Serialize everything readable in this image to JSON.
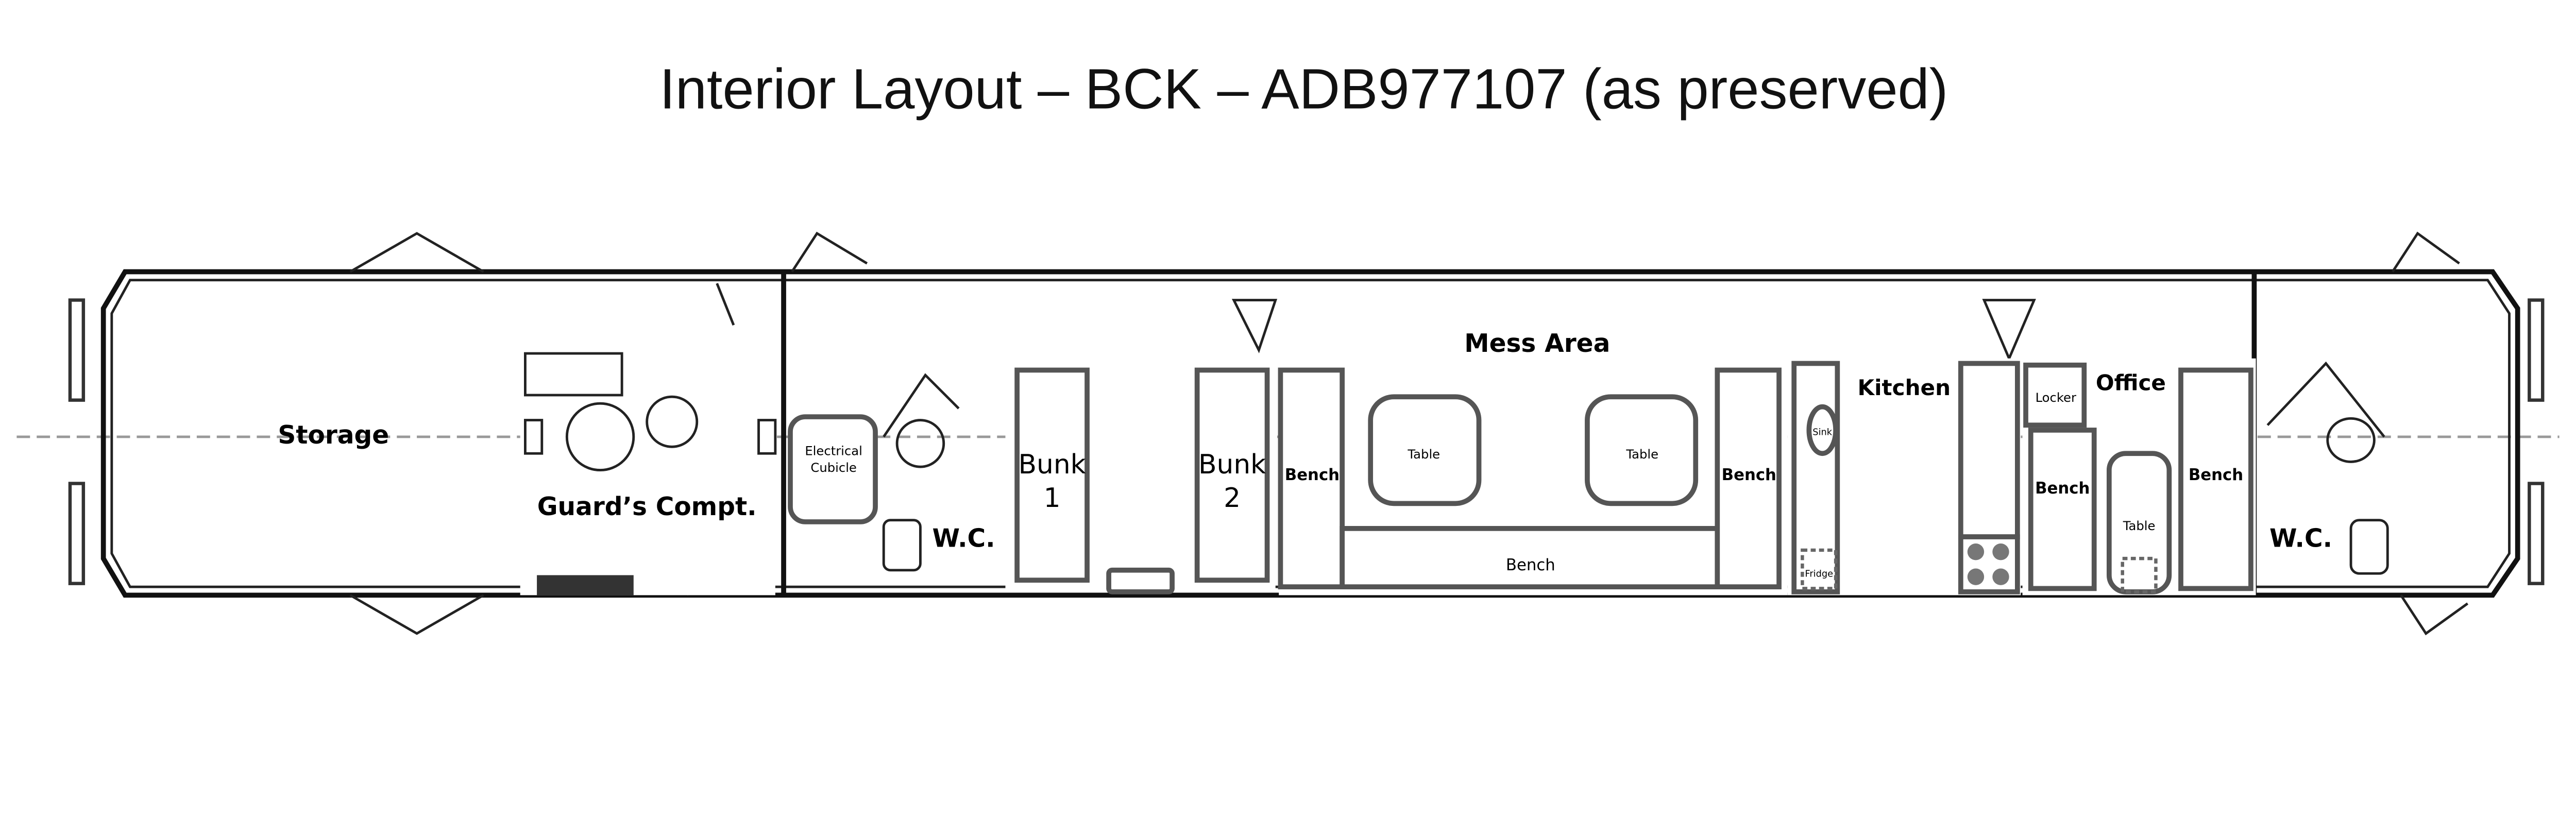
{
  "title": "Interior Layout – BCK – ADB977107 (as preserved)",
  "rooms": {
    "storage": "Storage",
    "guards": "Guard’s Compt.",
    "electrical_line1": "Electrical",
    "electrical_line2": "Cubicle",
    "wc_left": "W.C.",
    "bunk1_line1": "Bunk",
    "bunk1_line2": "1",
    "bunk2_line1": "Bunk",
    "bunk2_line2": "2",
    "mess": "Mess Area",
    "bench_left": "Bench",
    "bench_bottom": "Bench",
    "bench_right": "Bench",
    "table1": "Table",
    "table2": "Table",
    "kitchen": "Kitchen",
    "sink": "Sink",
    "fridge": "Fridge",
    "office": "Office",
    "locker": "Locker",
    "office_bench_left": "Bench",
    "office_table": "Table",
    "office_bench_right": "Bench",
    "wc_right": "W.C."
  }
}
